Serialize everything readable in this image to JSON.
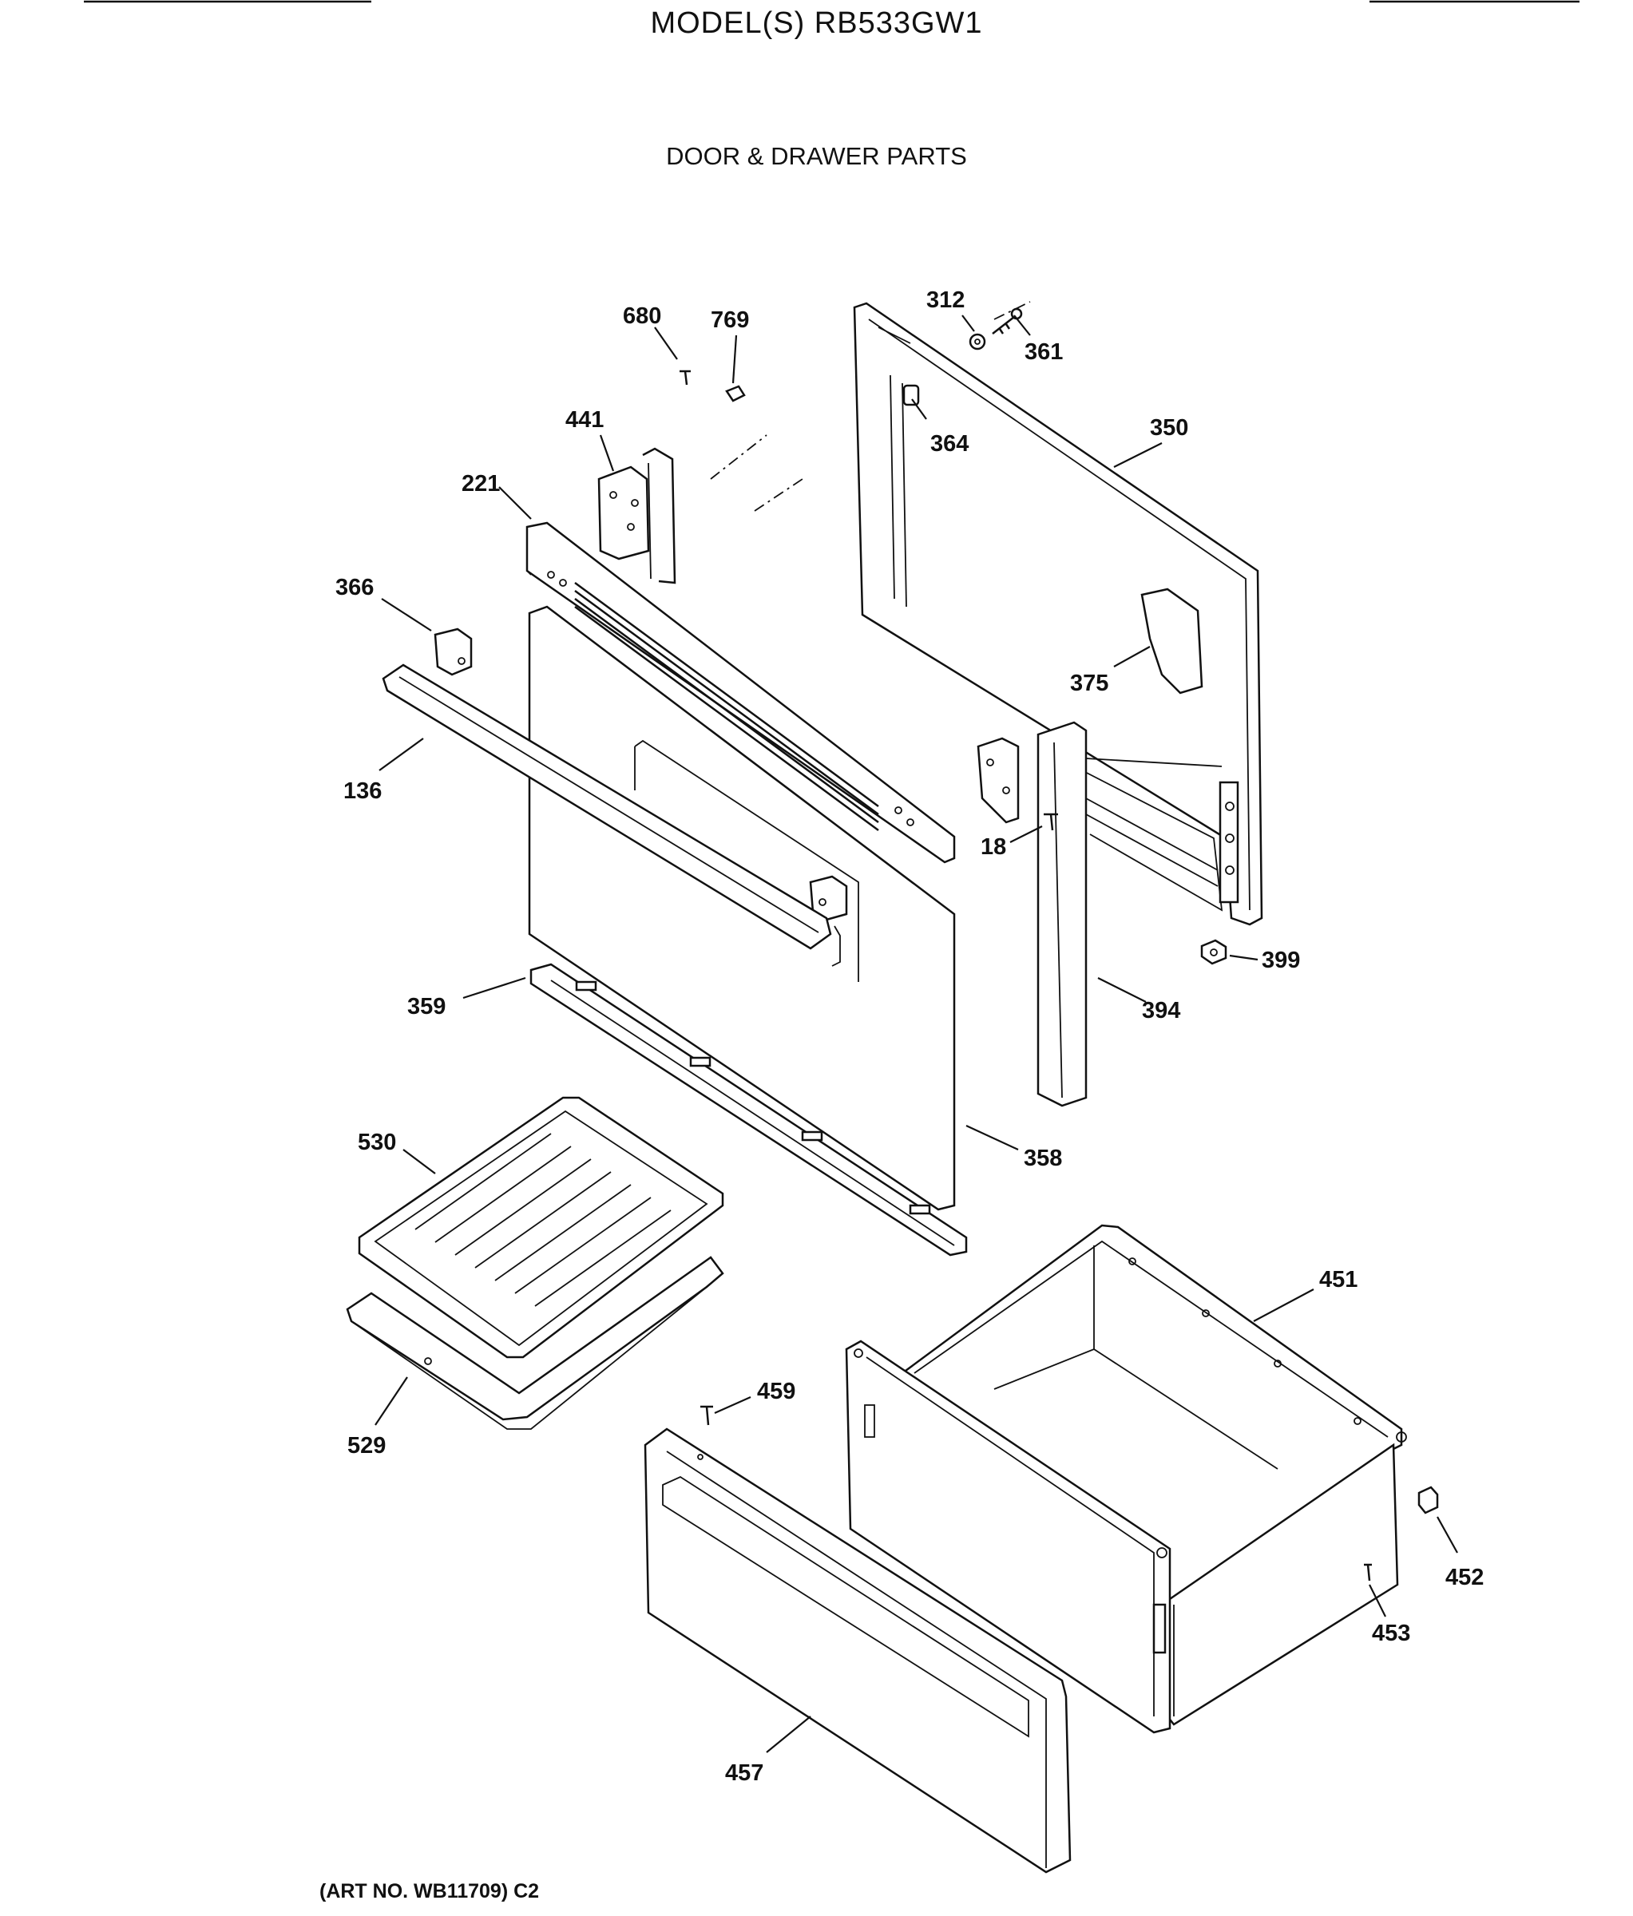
{
  "header": {
    "model": "MODEL(S) RB533GW1",
    "section": "DOOR & DRAWER PARTS"
  },
  "footer": {
    "art_number": "(ART NO. WB11709) C2"
  },
  "parts": [
    {
      "label": "680",
      "name": "part-680-screw"
    },
    {
      "label": "769",
      "name": "part-769-clip"
    },
    {
      "label": "312",
      "name": "part-312-washer"
    },
    {
      "label": "361",
      "name": "part-361-bolt"
    },
    {
      "label": "441",
      "name": "part-441-hinge-bracket"
    },
    {
      "label": "364",
      "name": "part-364-stud"
    },
    {
      "label": "350",
      "name": "part-350-door-liner"
    },
    {
      "label": "221",
      "name": "part-221-vent-trim"
    },
    {
      "label": "366",
      "name": "part-366-end-cap"
    },
    {
      "label": "375",
      "name": "part-375-insulation"
    },
    {
      "label": "136",
      "name": "part-136-door-handle"
    },
    {
      "label": "18",
      "name": "part-18-screw"
    },
    {
      "label": "399",
      "name": "part-399-bumper"
    },
    {
      "label": "359",
      "name": "part-359-bottom-trim"
    },
    {
      "label": "394",
      "name": "part-394-side-trim"
    },
    {
      "label": "530",
      "name": "part-530-broiler-grid"
    },
    {
      "label": "358",
      "name": "part-358-door-panel"
    },
    {
      "label": "451",
      "name": "part-451-drawer-body"
    },
    {
      "label": "459",
      "name": "part-459-screw"
    },
    {
      "label": "529",
      "name": "part-529-broiler-pan"
    },
    {
      "label": "452",
      "name": "part-452-glide"
    },
    {
      "label": "453",
      "name": "part-453-screw"
    },
    {
      "label": "457",
      "name": "part-457-drawer-front"
    }
  ]
}
